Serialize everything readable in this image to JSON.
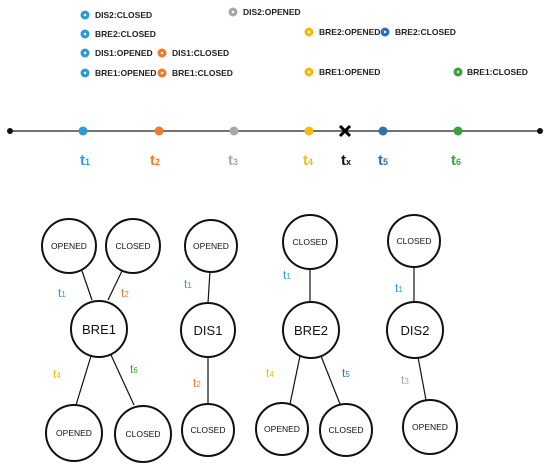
{
  "colors": {
    "blue_light": "#2e9bd6",
    "blue_dark": "#2f6fb5",
    "orange": "#f07a2a",
    "gray": "#a8a8a8",
    "yellow": "#f2bc0f",
    "green": "#3aa33a",
    "black": "#111111"
  },
  "events": [
    {
      "label": "DIS2:CLOSED",
      "color": "blue_light"
    },
    {
      "label": "BRE2:CLOSED",
      "color": "blue_light"
    },
    {
      "label": "DIS1:OPENED",
      "color": "blue_light"
    },
    {
      "label": "BRE1:OPENED",
      "color": "blue_light"
    },
    {
      "label": "DIS1:CLOSED",
      "color": "orange"
    },
    {
      "label": "BRE1:CLOSED",
      "color": "orange"
    },
    {
      "label": "DIS2:OPENED",
      "color": "gray"
    },
    {
      "label": "BRE2:OPENED",
      "color": "yellow"
    },
    {
      "label": "BRE1:OPENED",
      "color": "yellow"
    },
    {
      "label": "BRE2:CLOSED",
      "color": "blue_dark"
    },
    {
      "label": "BRE1:CLOSED",
      "color": "green"
    }
  ],
  "timeline": {
    "ticks": [
      {
        "main": "t",
        "sub": "1",
        "color": "blue_light"
      },
      {
        "main": "t",
        "sub": "2",
        "color": "orange"
      },
      {
        "main": "t",
        "sub": "3",
        "color": "gray"
      },
      {
        "main": "t",
        "sub": "4",
        "color": "yellow"
      },
      {
        "main": "t",
        "sub": "x",
        "color": "black"
      },
      {
        "main": "t",
        "sub": "5",
        "color": "blue_dark"
      },
      {
        "main": "t",
        "sub": "6",
        "color": "green"
      }
    ]
  },
  "machines": [
    {
      "name": "BRE1",
      "states": [
        {
          "label": "OPENED"
        },
        {
          "label": "CLOSED"
        },
        {
          "label": "OPENED"
        },
        {
          "label": "CLOSED"
        }
      ],
      "edge_labels": [
        {
          "main": "t",
          "sub": "1",
          "color": "blue_light"
        },
        {
          "main": "t",
          "sub": "2",
          "color": "orange"
        },
        {
          "main": "t",
          "sub": "4",
          "color": "yellow"
        },
        {
          "main": "t",
          "sub": "6",
          "color": "green"
        }
      ]
    },
    {
      "name": "DIS1",
      "states": [
        {
          "label": "OPENED"
        },
        {
          "label": "CLOSED"
        }
      ],
      "edge_labels": [
        {
          "main": "t",
          "sub": "1",
          "color": "blue_light"
        },
        {
          "main": "t",
          "sub": "2",
          "color": "orange"
        }
      ]
    },
    {
      "name": "BRE2",
      "states": [
        {
          "label": "CLOSED"
        },
        {
          "label": "OPENED"
        },
        {
          "label": "CLOSED"
        }
      ],
      "edge_labels": [
        {
          "main": "t",
          "sub": "1",
          "color": "blue_light"
        },
        {
          "main": "t",
          "sub": "4",
          "color": "yellow"
        },
        {
          "main": "t",
          "sub": "5",
          "color": "blue_dark"
        }
      ]
    },
    {
      "name": "DIS2",
      "states": [
        {
          "label": "CLOSED"
        },
        {
          "label": "OPENED"
        }
      ],
      "edge_labels": [
        {
          "main": "t",
          "sub": "1",
          "color": "blue_light"
        },
        {
          "main": "t",
          "sub": "3",
          "color": "gray"
        }
      ]
    }
  ]
}
